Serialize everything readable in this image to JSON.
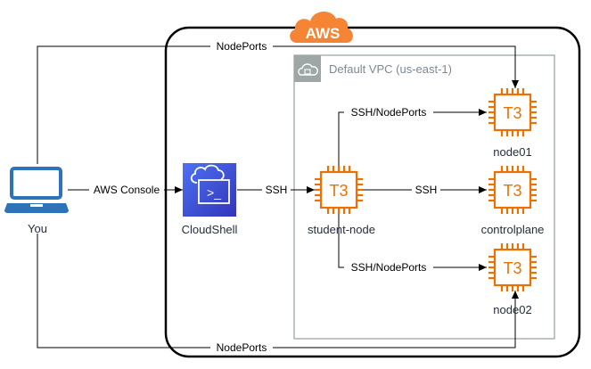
{
  "cloud": {
    "label": "AWS"
  },
  "vpc": {
    "label": "Default VPC (us-east-1)"
  },
  "nodes": {
    "you": "You",
    "cloudshell": "CloudShell",
    "student_node": "student-node",
    "node01": "node01",
    "controlplane": "controlplane",
    "node02": "node02"
  },
  "chip_label": "T3",
  "shell_prompt": ">_",
  "edges": {
    "top_nodeports": "NodePorts",
    "bottom_nodeports": "NodePorts",
    "aws_console": "AWS Console",
    "ssh_to_student": "SSH",
    "ssh_to_controlplane": "SSH",
    "ssh_nodeports_node01": "SSH/NodePorts",
    "ssh_nodeports_node02": "SSH/NodePorts"
  },
  "colors": {
    "aws_orange": "#ed7100",
    "aws_cloud": "#f58534",
    "cloudshell_top": "#4d72f3",
    "cloudshell_bottom": "#3334b9",
    "laptop_blue": "#2e73b8",
    "vpc_border": "#9ea6a6",
    "vpc_text": "#7d8998"
  }
}
